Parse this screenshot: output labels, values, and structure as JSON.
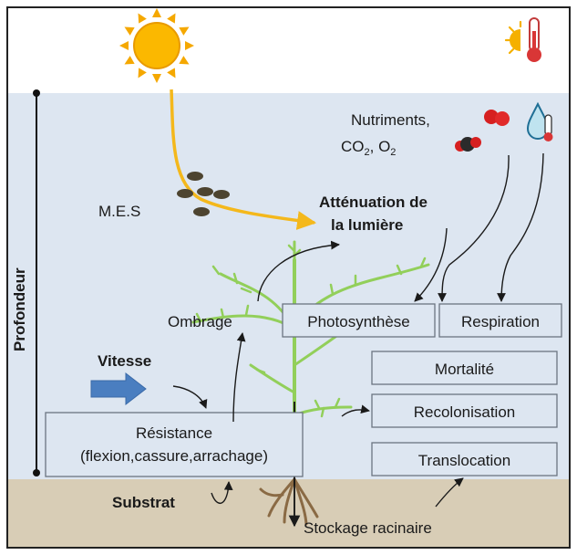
{
  "labels": {
    "depth_axis": "Profondeur",
    "suspended_matter": "M.E.S",
    "nutrients_line1": "Nutriments,",
    "nutrients_co2": "CO",
    "nutrients_co2_sub": "2",
    "nutrients_o2": ", O",
    "nutrients_o2_sub": "2",
    "attenuation_line1": "Atténuation de",
    "attenuation_line2": "la lumière",
    "shading": "Ombrage",
    "photosynthesis": "Photosynthèse",
    "respiration": "Respiration",
    "mortality": "Mortalité",
    "speed": "Vitesse",
    "recolonisation": "Recolonisation",
    "resistance_line1": "Résistance",
    "resistance_line2": "(flexion,cassure,arrachage)",
    "translocation": "Translocation",
    "substrate": "Substrat",
    "root_storage": "Stockage racinaire"
  },
  "icons": {
    "sun": "sun-icon",
    "sun_temperature": "sun-thermometer-icon",
    "o2_molecule": "o2-molecule-icon",
    "co2_molecule": "co2-molecule-icon",
    "drop_temperature": "drop-thermometer-icon",
    "flow_arrow": "flow-arrow-icon",
    "suspended_particles": "suspended-particles-icon",
    "plant": "seagrass-plant-icon"
  },
  "colors": {
    "sky": "#ffffff",
    "water": "#dde6f1",
    "sediment": "#d8cdb6",
    "sun": "#f5a800",
    "light_ray": "#f4b81c",
    "plant": "#92cf5a",
    "roots": "#8a6a44",
    "particles": "#4d4430",
    "flow_arrow": "#4a7ec0",
    "border": "#222222"
  }
}
